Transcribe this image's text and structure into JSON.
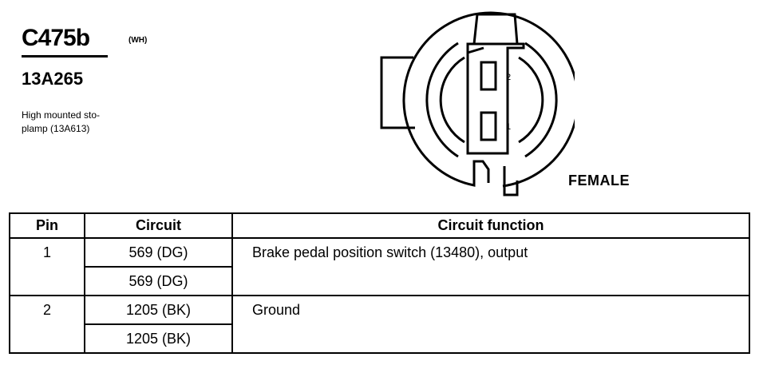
{
  "connector": {
    "id": "C475b",
    "color_code": "(WH)",
    "part_number": "13A265",
    "description_lines": [
      "High mounted sto-",
      "plamp (13A613)"
    ],
    "gender": "FEMALE",
    "cavity_labels": [
      "2",
      "1"
    ]
  },
  "table": {
    "headers": {
      "pin": "Pin",
      "circuit": "Circuit",
      "function": "Circuit function"
    },
    "rows": [
      {
        "pin": "1",
        "circuits": [
          "569 (DG)",
          "569 (DG)"
        ],
        "function": "Brake pedal position switch (13480), output"
      },
      {
        "pin": "2",
        "circuits": [
          "1205 (BK)",
          "1205 (BK)"
        ],
        "function": "Ground"
      }
    ]
  }
}
